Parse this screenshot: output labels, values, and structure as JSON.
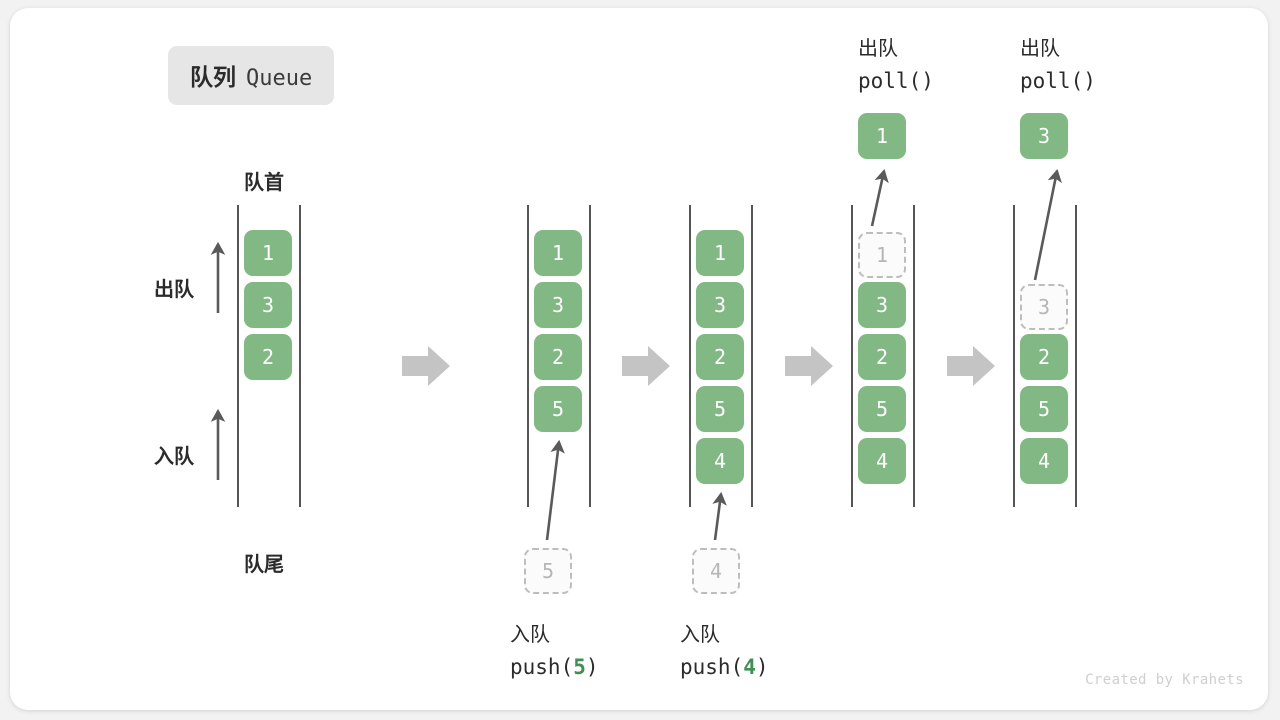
{
  "title": {
    "cn": "队列",
    "en": "Queue"
  },
  "labels": {
    "front": "队首",
    "rear": "队尾",
    "dequeue": "出队",
    "enqueue": "入队"
  },
  "watermark": "Created by Krahets",
  "colors": {
    "card_fill": "#82b884",
    "card_text": "#ffffff",
    "ghost_border": "#bdbdbd",
    "ghost_text": "#b6b6b6",
    "rail": "#555555",
    "arrow": "#5a5a5a",
    "step_arrow": "#c4c4c4",
    "accent_green": "#3f9153",
    "badge_bg": "#e6e6e6",
    "canvas_bg": "#ffffff",
    "page_bg": "#f2f2f2"
  },
  "steps": [
    {
      "name": "initial",
      "items": [
        "1",
        "3",
        "2"
      ],
      "side_labels": {
        "dequeue": "出队",
        "enqueue": "入队",
        "front": "队首",
        "rear": "队尾"
      }
    },
    {
      "name": "push-5",
      "items": [
        "1",
        "3",
        "2",
        "5"
      ],
      "ghost_in": "5",
      "op_cn": "入队",
      "op_code_prefix": "push(",
      "op_code_value": "5",
      "op_code_suffix": ")"
    },
    {
      "name": "push-4",
      "items": [
        "1",
        "3",
        "2",
        "5",
        "4"
      ],
      "ghost_in": "4",
      "op_cn": "入队",
      "op_code_prefix": "push(",
      "op_code_value": "4",
      "op_code_suffix": ")"
    },
    {
      "name": "poll-1",
      "items": [
        "3",
        "2",
        "5",
        "4"
      ],
      "ghost_out": "1",
      "result": "1",
      "op_cn": "出队",
      "op_code_prefix": "poll(",
      "op_code_value": "",
      "op_code_suffix": ")"
    },
    {
      "name": "poll-3",
      "items": [
        "2",
        "5",
        "4"
      ],
      "ghost_out": "3",
      "result": "3",
      "op_cn": "出队",
      "op_code_prefix": "poll(",
      "op_code_value": "",
      "op_code_suffix": ")"
    }
  ],
  "step_arrows": 4
}
